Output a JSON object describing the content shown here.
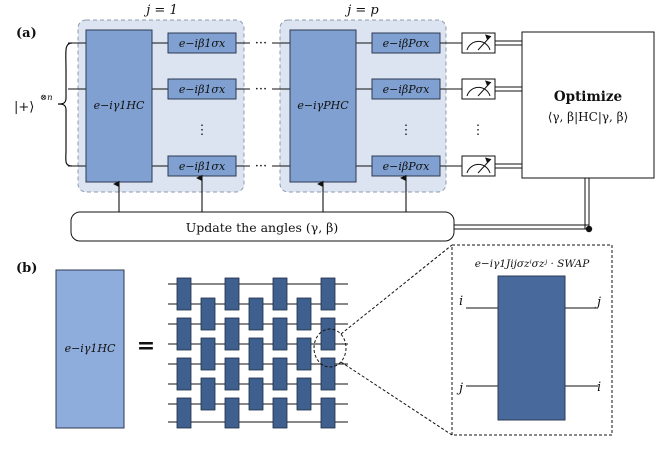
{
  "panel_a": {
    "label": "(a)",
    "input_state": "|+⟩",
    "input_state_power": "⊗n",
    "layer_first_label": "j = 1",
    "layer_last_label": "j = p",
    "cost_gate_first": "e−iγ1HC",
    "cost_gate_last": "e−iγPHC",
    "mixer_gate_first": "e−iβ1σx",
    "mixer_gate_last": "e−iβPσx",
    "ellipsis_h": "···",
    "ellipsis_v": "⋮",
    "optimize_title": "Optimize",
    "optimize_expr": "⟨γ, β|HC|γ, β⟩",
    "update_label": "Update the angles (γ, β)"
  },
  "panel_b": {
    "label": "(b)",
    "cost_gate": "e−iγ1HC",
    "equals": "=",
    "zoom_title": "e−iγ1Jijσzⁱσzʲ · SWAP",
    "wire_left_top": "i",
    "wire_left_bottom": "j",
    "wire_right_top": "j",
    "wire_right_bottom": "i"
  },
  "colors": {
    "layer_bg": "#dbe4f0",
    "layer_border": "#8e9bb0",
    "gate_fill": "#7fa0d0",
    "gate_stroke": "#2e3a52",
    "cost_b_fill": "#8eacdc",
    "brick_fill": "#3f5f8e",
    "zoom_gate_fill": "#47699c"
  }
}
